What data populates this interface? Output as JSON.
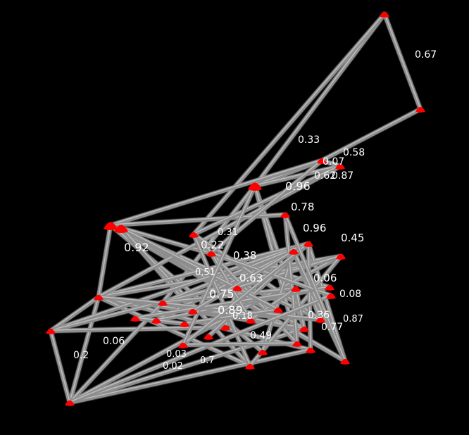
{
  "background_color": "#000000",
  "node_color": "#ff0000",
  "edge_color": "#8d8d8d",
  "label_color": "#ffffff",
  "nodes": [
    "n1",
    "n2",
    "n3",
    "n4",
    "n5",
    "n6",
    "n7",
    "n8",
    "n9",
    "n10",
    "n11",
    "n12",
    "n13",
    "n14",
    "n15",
    "n16",
    "n17",
    "n18",
    "n19",
    "n20",
    "n21",
    "n22",
    "n23",
    "n24",
    "n25",
    "n26",
    "n27",
    "n28",
    "n29",
    "n30",
    "n31",
    "n32",
    "n33",
    "n34",
    "n35",
    "n36",
    "n37"
  ],
  "edge_labels": [
    "0.67",
    "0.33",
    "0.58",
    "0.07",
    "0.62",
    "0.87",
    "0.96",
    "0.78",
    "0.96",
    "0.45",
    "0.92",
    "0.38",
    "0.63",
    "0.75",
    "0.89",
    "0.06",
    "0.49",
    "0.08",
    "0.87",
    "0.77",
    "0.36",
    "0.06",
    "0.2",
    "0.02",
    "0.03",
    "0.7",
    "0.31",
    "0.22",
    "0.51",
    "0.18"
  ]
}
